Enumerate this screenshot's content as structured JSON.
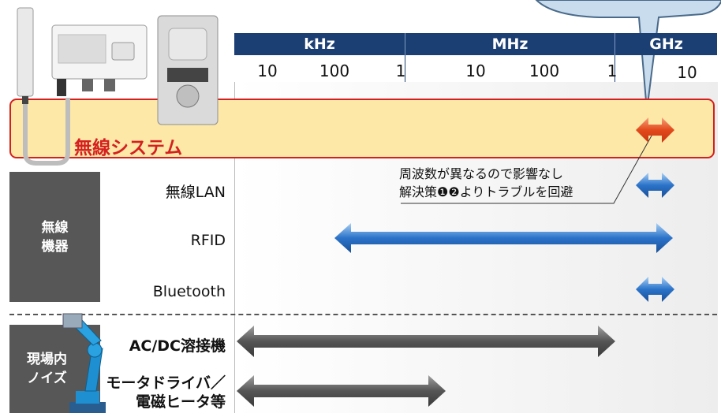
{
  "header": {
    "bands": [
      {
        "label": "kHz"
      },
      {
        "label": "MHz"
      },
      {
        "label": "GHz"
      }
    ],
    "ticks": [
      "10",
      "100",
      "1",
      "10",
      "100",
      "1",
      "10"
    ]
  },
  "wireless_system": {
    "label": "無線システム"
  },
  "wireless_devices": {
    "group_label": "無線\n機器",
    "rows": [
      {
        "label": "無線LAN"
      },
      {
        "label": "RFID"
      },
      {
        "label": "Bluetooth"
      }
    ]
  },
  "site_noise": {
    "group_label": "現場内\nノイズ",
    "rows": [
      {
        "label": "AC/DC溶接機"
      },
      {
        "label": "モータドライバ／\n電磁ヒータ等"
      }
    ]
  },
  "callout": {
    "line1": "周波数が異なるので影響なし",
    "line2": "解決策❶❷よりトラブルを回避"
  },
  "colors": {
    "header_bg": "#1b3f73",
    "system_bg": "#fde8a8",
    "system_border": "#d42020",
    "system_text": "#d42020",
    "device_arrow": "#2b73c9",
    "noise_arrow": "#555555",
    "system_arrow": "#e24a1c"
  }
}
